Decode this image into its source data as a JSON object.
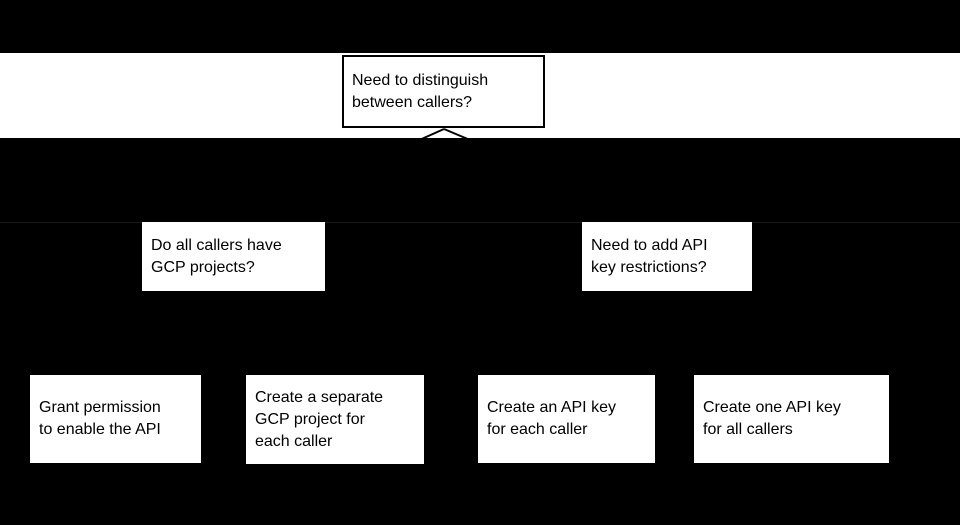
{
  "canvas": {
    "background_color": "#000000",
    "band_color": "#ffffff",
    "node_fill_color": "#ffffff",
    "node_border_color": "#000000",
    "text_color": "#000000",
    "row_divider_color": "#1a1a1a",
    "connector_color": "#000000"
  },
  "flowchart": {
    "root": {
      "label": "Need to distinguish between callers?",
      "lines": [
        "Need to distinguish",
        "between callers?"
      ]
    },
    "question_left": {
      "label": "Do all callers have GCP projects?",
      "lines": [
        "Do all callers have",
        "GCP projects?"
      ]
    },
    "question_right": {
      "label": "Need to add API key restrictions?",
      "lines": [
        "Need to add API",
        "key restrictions?"
      ]
    },
    "outcome_grant_permission": {
      "label": "Grant permission to enable the API",
      "lines": [
        "Grant permission",
        "to enable the API"
      ]
    },
    "outcome_separate_project": {
      "label": "Create a separate GCP project for each caller",
      "lines": [
        "Create a separate",
        "GCP project for",
        "each caller"
      ]
    },
    "outcome_key_each_caller": {
      "label": "Create an API key for each caller",
      "lines": [
        "Create an API key",
        "for each caller"
      ]
    },
    "outcome_key_all_callers": {
      "label": "Create one API key for all callers",
      "lines": [
        "Create one API key",
        "for all callers"
      ]
    },
    "visible_edges": [
      {
        "from": "root",
        "to": "question_left"
      },
      {
        "from": "root",
        "to": "question_right"
      }
    ]
  }
}
